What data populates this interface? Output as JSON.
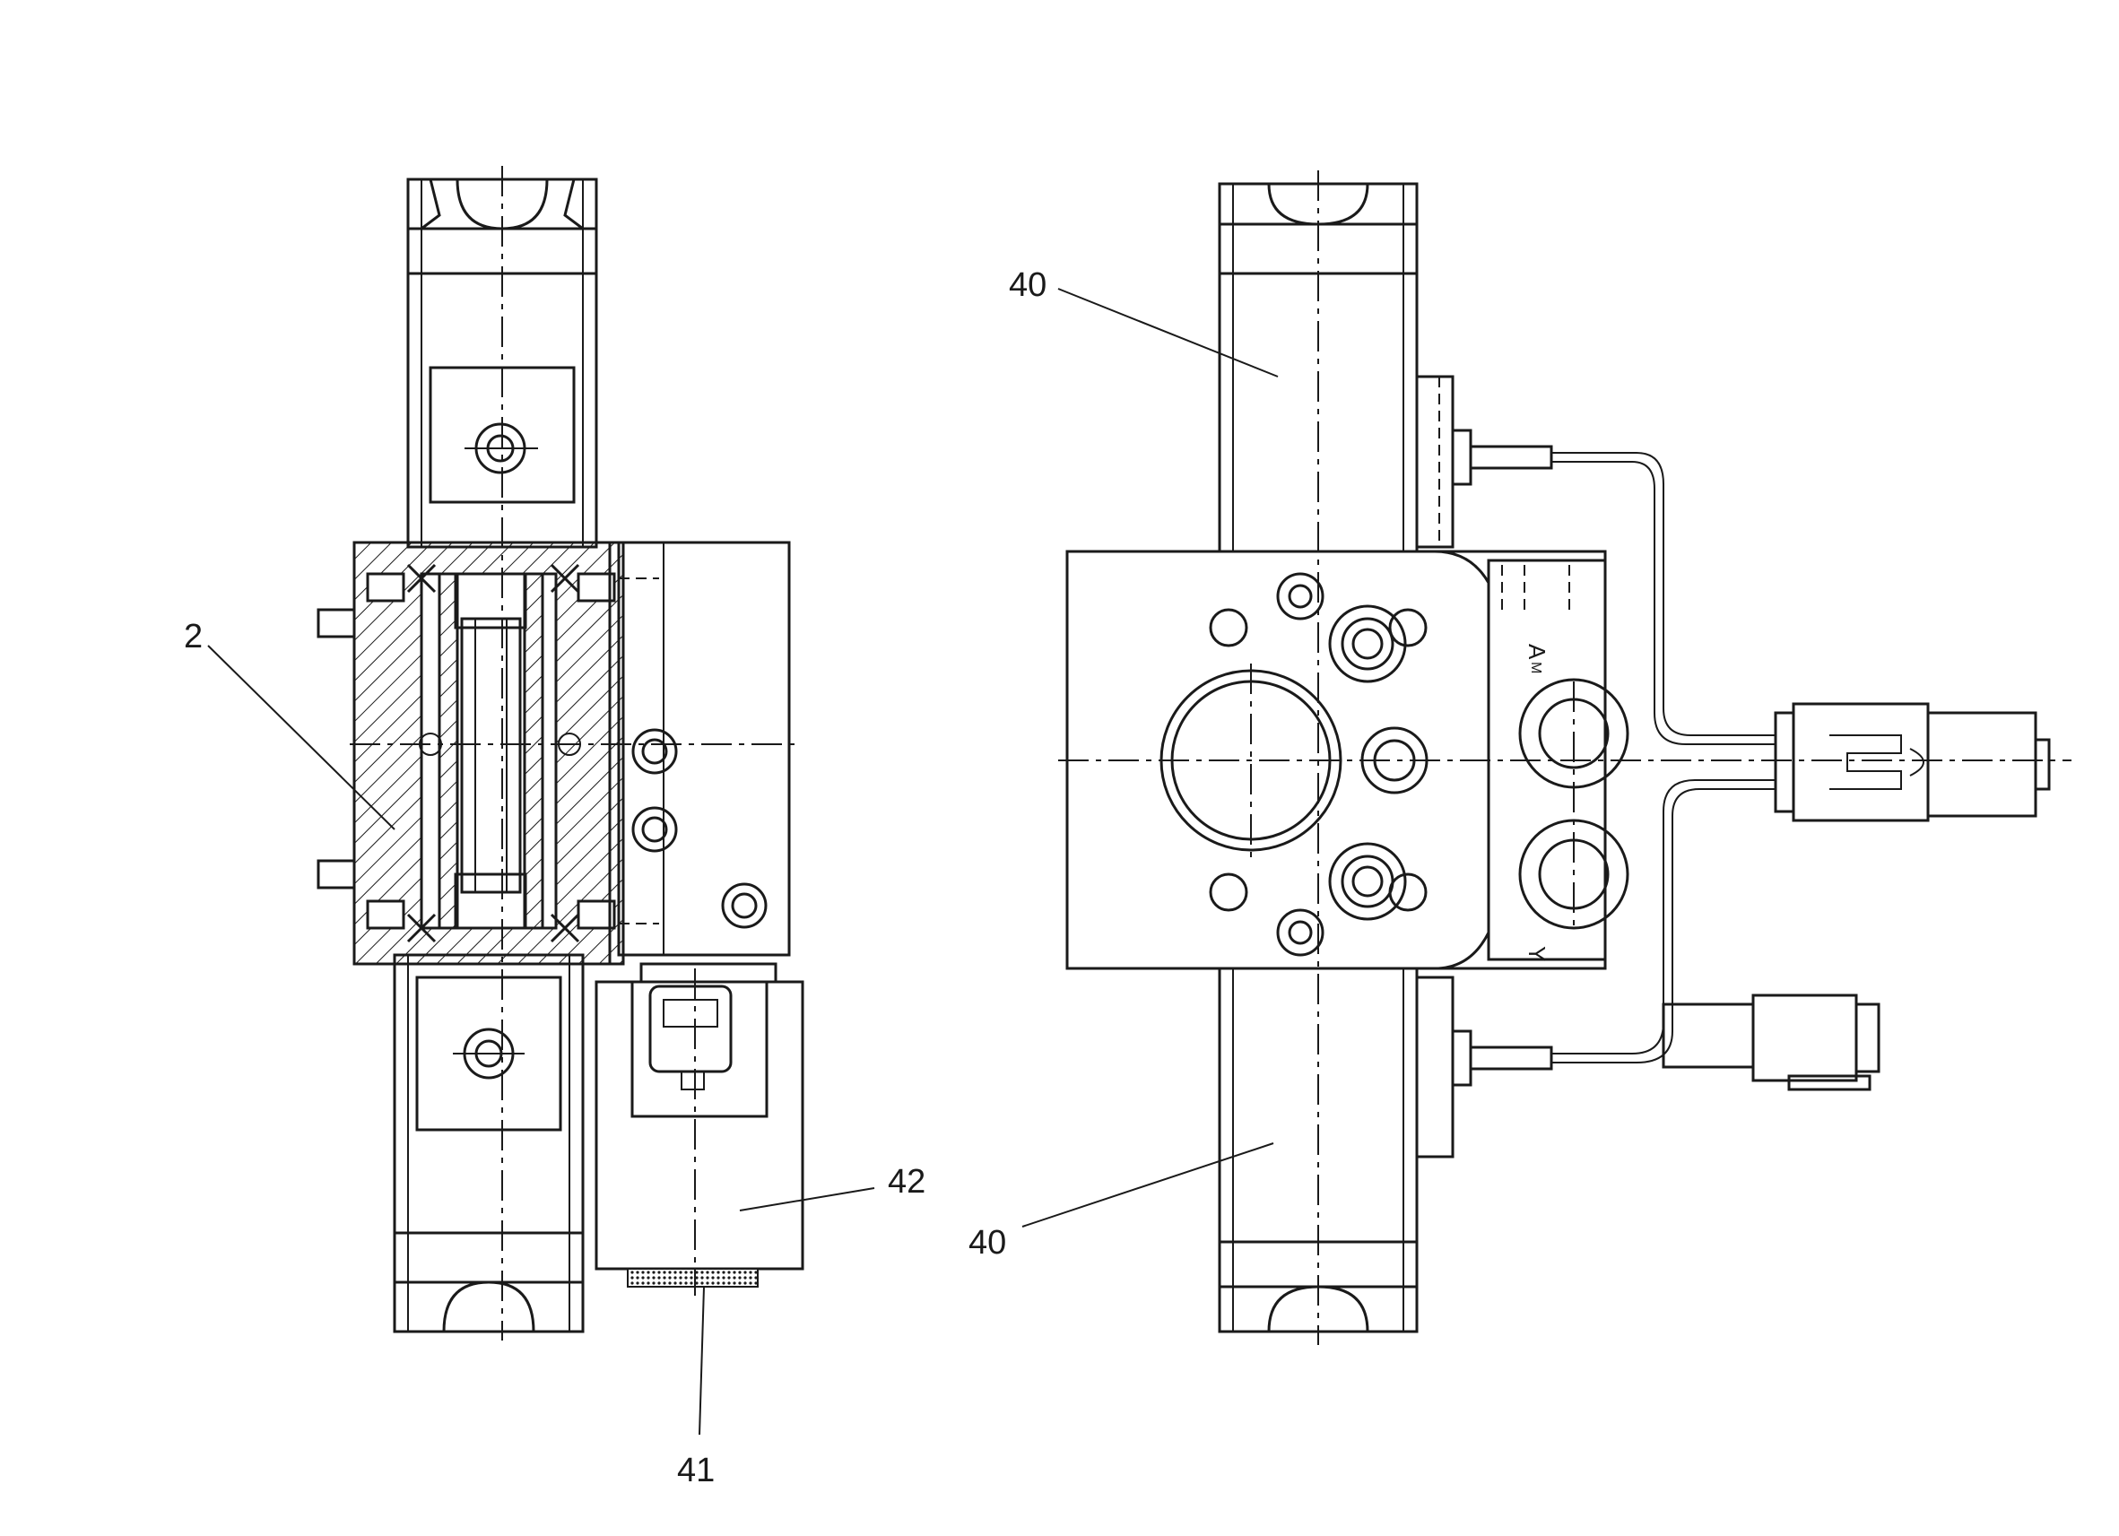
{
  "labels": {
    "left_valve_body": "2",
    "right_solenoid_top": "40",
    "right_solenoid_bottom": "40",
    "sensor_connector_end": "41",
    "sensor_housing": "42"
  },
  "ports": {
    "a": "A",
    "a_sub": "M",
    "y": "Y"
  }
}
